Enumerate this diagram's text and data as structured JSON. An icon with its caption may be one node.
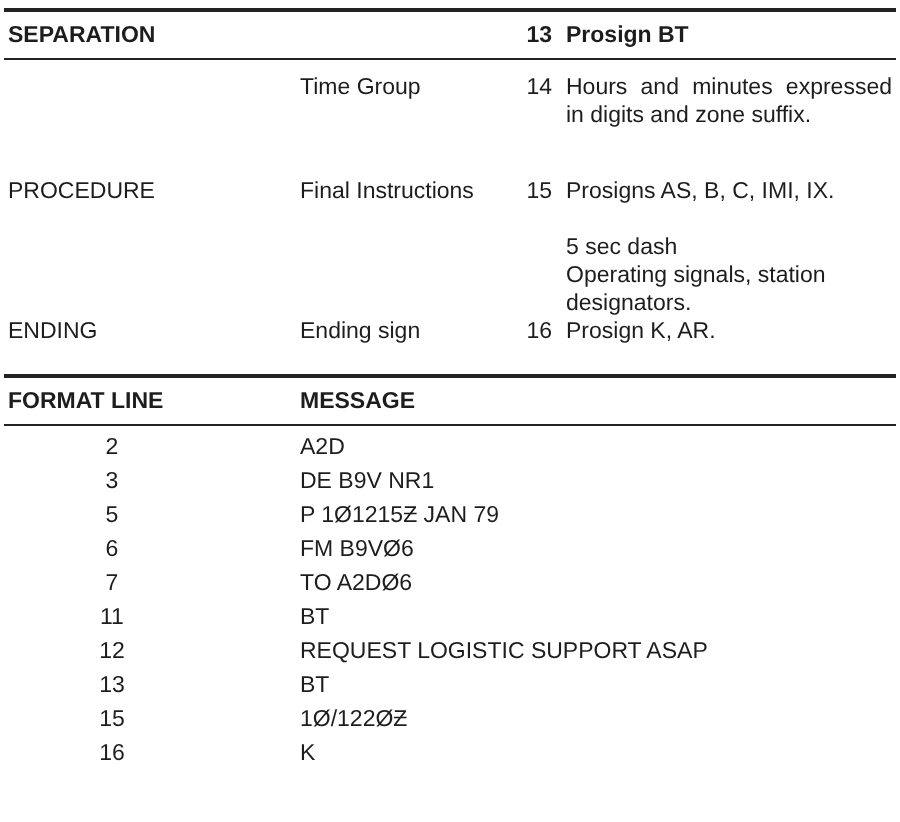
{
  "diagram": {
    "labels": [
      "SEPARATION",
      "13",
      "Prosign BT",
      "Time Group",
      "14",
      "Hours and minutes expressed in digits and zone suffix.",
      "PROCEDURE",
      "Final Instructions",
      "15",
      "Prosigns AS, B, C, IMI, IX.",
      "5 sec dash",
      "Operating signals, station designators.",
      "ENDING",
      "Ending sign",
      "16",
      "Prosign K, AR.",
      "FORMAT LINE",
      "MESSAGE",
      "2",
      "A2D",
      "3",
      "DE B9V NR1",
      "5",
      "P 1Ø1215Ƶ JAN 79",
      "6",
      "FM B9VØ6",
      "7",
      "TO A2DØ6",
      "11",
      "BT",
      "12",
      "REQUEST LOGISTIC SUPPORT ASAP",
      "13",
      "BT",
      "15",
      "1Ø/122ØƵ",
      "16",
      "K"
    ]
  }
}
